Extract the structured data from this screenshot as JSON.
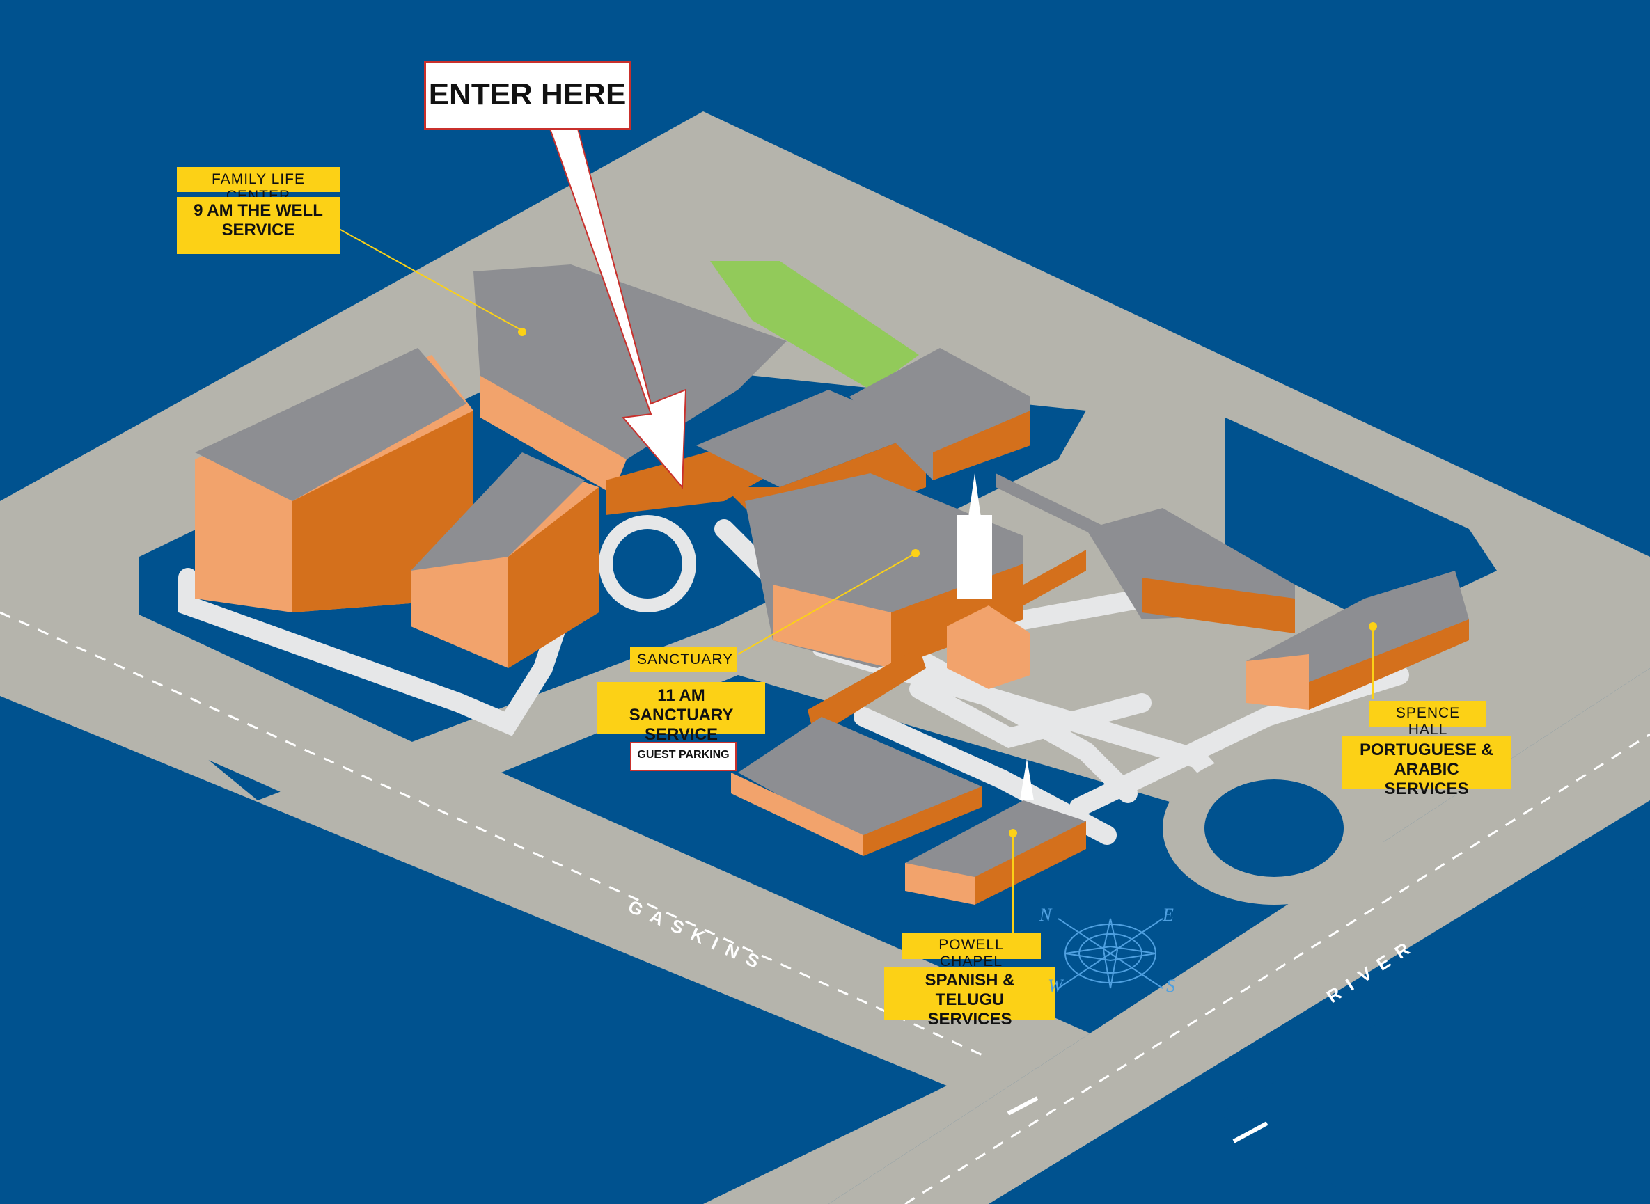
{
  "entrance": {
    "label": "ENTER HERE"
  },
  "buildings": {
    "family_life_center": {
      "name": "FAMILY LIFE CENTER",
      "service": "9 AM THE WELL SERVICE"
    },
    "sanctuary": {
      "name": "SANCTUARY",
      "service": "11 AM SANCTUARY SERVICE"
    },
    "spence_hall": {
      "name": "SPENCE HALL",
      "service": "PORTUGUESE & ARABIC SERVICES"
    },
    "powell_chapel": {
      "name": "POWELL CHAPEL",
      "service": "SPANISH & TELUGU SERVICES"
    }
  },
  "parking": {
    "guest": "GUEST PARKING"
  },
  "roads": {
    "gaskins": "GASKINS",
    "river": "RIVER"
  },
  "compass": {
    "n": "N",
    "e": "E",
    "s": "S",
    "w": "W"
  },
  "colors": {
    "background": "#00528f",
    "road": "#b5b4ac",
    "path": "#e6e7e8",
    "roof": "#8d8e92",
    "wall": "#f2a36c",
    "wall_shadow": "#d4701c",
    "lawn": "#92ca5a",
    "label_bg": "#fcd116",
    "enter_border": "#c9302c"
  }
}
